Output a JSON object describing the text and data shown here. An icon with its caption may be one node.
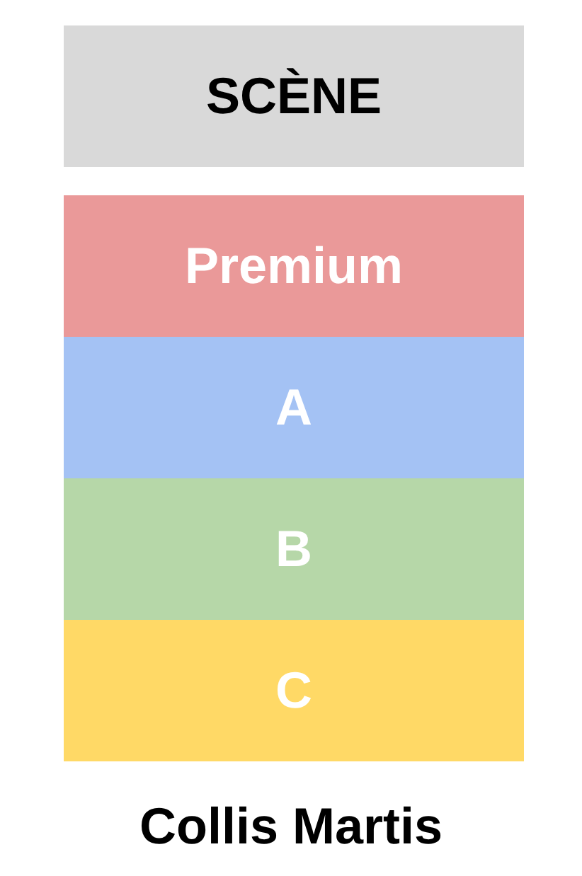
{
  "diagram": {
    "caption": "Collis Martis",
    "nodes": [
      {
        "text": [
          "SCÈNE"
        ]
      },
      {
        "text": [
          "Premium"
        ]
      },
      {
        "text": [
          "A"
        ]
      },
      {
        "text": [
          "B"
        ]
      },
      {
        "text": [
          "C"
        ]
      }
    ]
  }
}
